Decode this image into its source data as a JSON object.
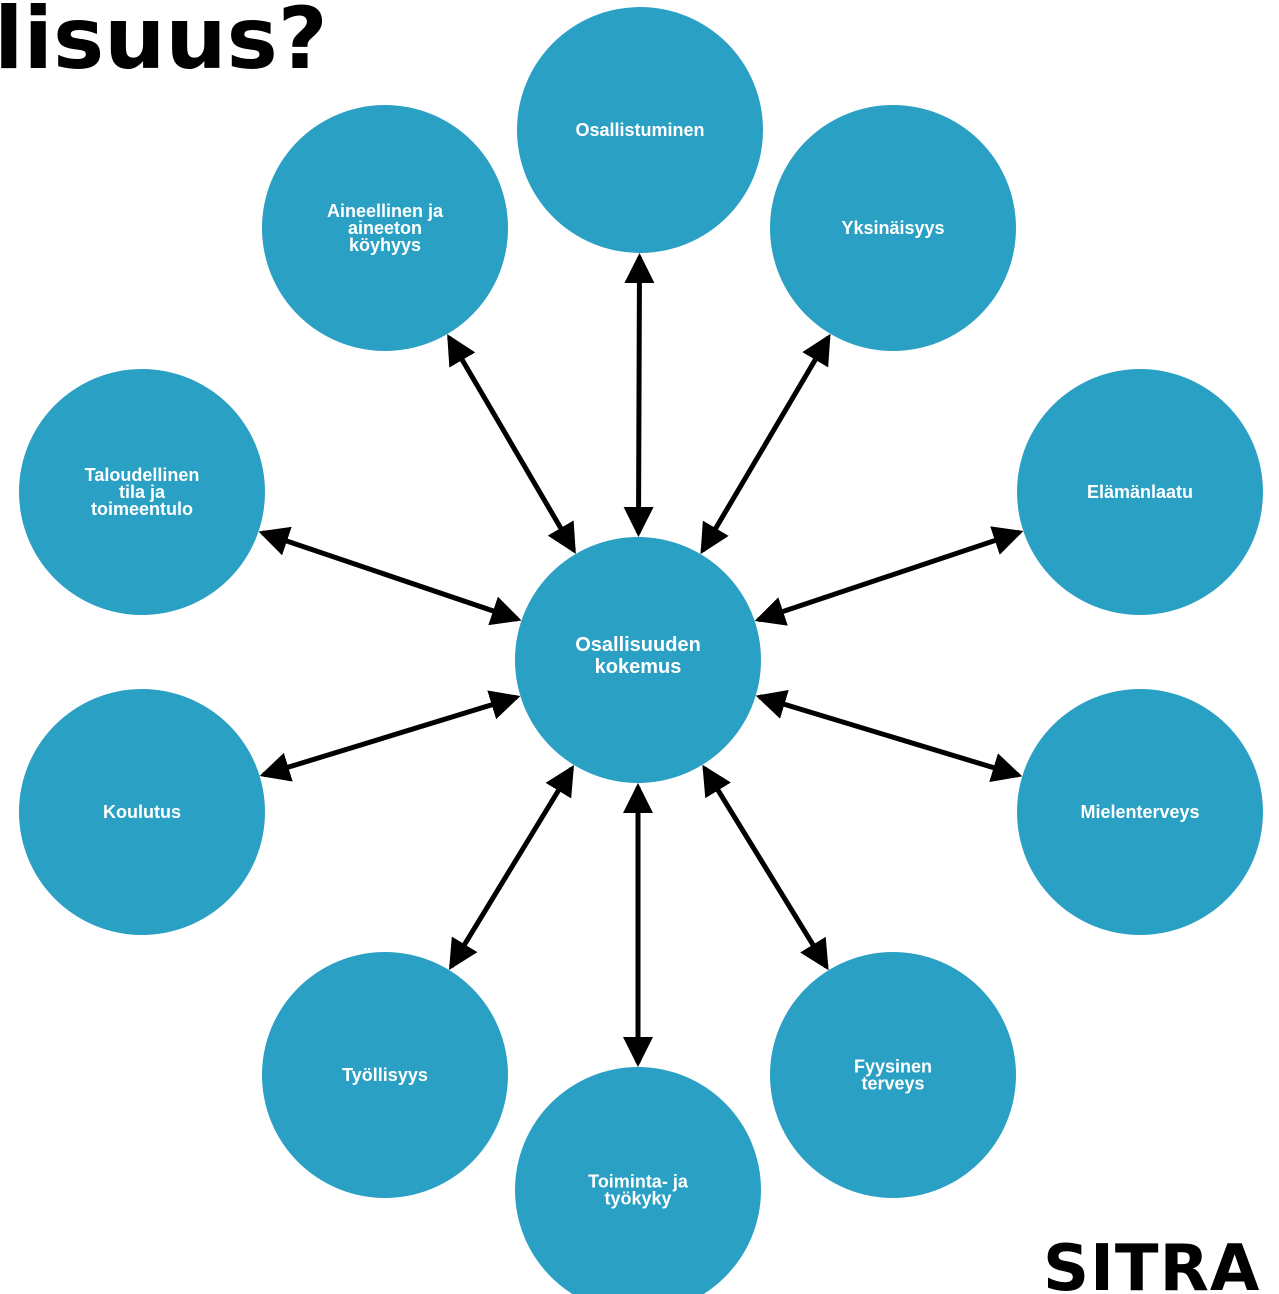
{
  "title": "lisuus?",
  "colors": {
    "node": "#2aa0c4",
    "arrow": "#000000",
    "text": "#ffffff"
  },
  "center": {
    "label_lines": [
      "Osallisuuden",
      "kokemus"
    ]
  },
  "nodes": [
    {
      "id": "osallistuminen",
      "lines": [
        "Osallistuminen"
      ]
    },
    {
      "id": "yksinaisyys",
      "lines": [
        "Yksinäisyys"
      ]
    },
    {
      "id": "elamanlaatu",
      "lines": [
        "Elämänlaatu"
      ]
    },
    {
      "id": "mielenterveys",
      "lines": [
        "Mielenterveys"
      ]
    },
    {
      "id": "fyysinen-terveys",
      "lines": [
        "Fyysinen",
        "terveys"
      ]
    },
    {
      "id": "toiminta-ja-tyokyky",
      "lines": [
        "Toiminta- ja",
        "työkyky"
      ]
    },
    {
      "id": "tyollisyys",
      "lines": [
        "Työllisyys"
      ]
    },
    {
      "id": "koulutus",
      "lines": [
        "Koulutus"
      ]
    },
    {
      "id": "taloudellinen-tila",
      "lines": [
        "Taloudellinen",
        "tila ja",
        "toimeentulo"
      ]
    },
    {
      "id": "koyhyys",
      "lines": [
        "Aineellinen ja",
        "aineeton",
        "köyhyys"
      ]
    }
  ],
  "relation": "bidirectional",
  "logo": {
    "text": "SITRA"
  }
}
